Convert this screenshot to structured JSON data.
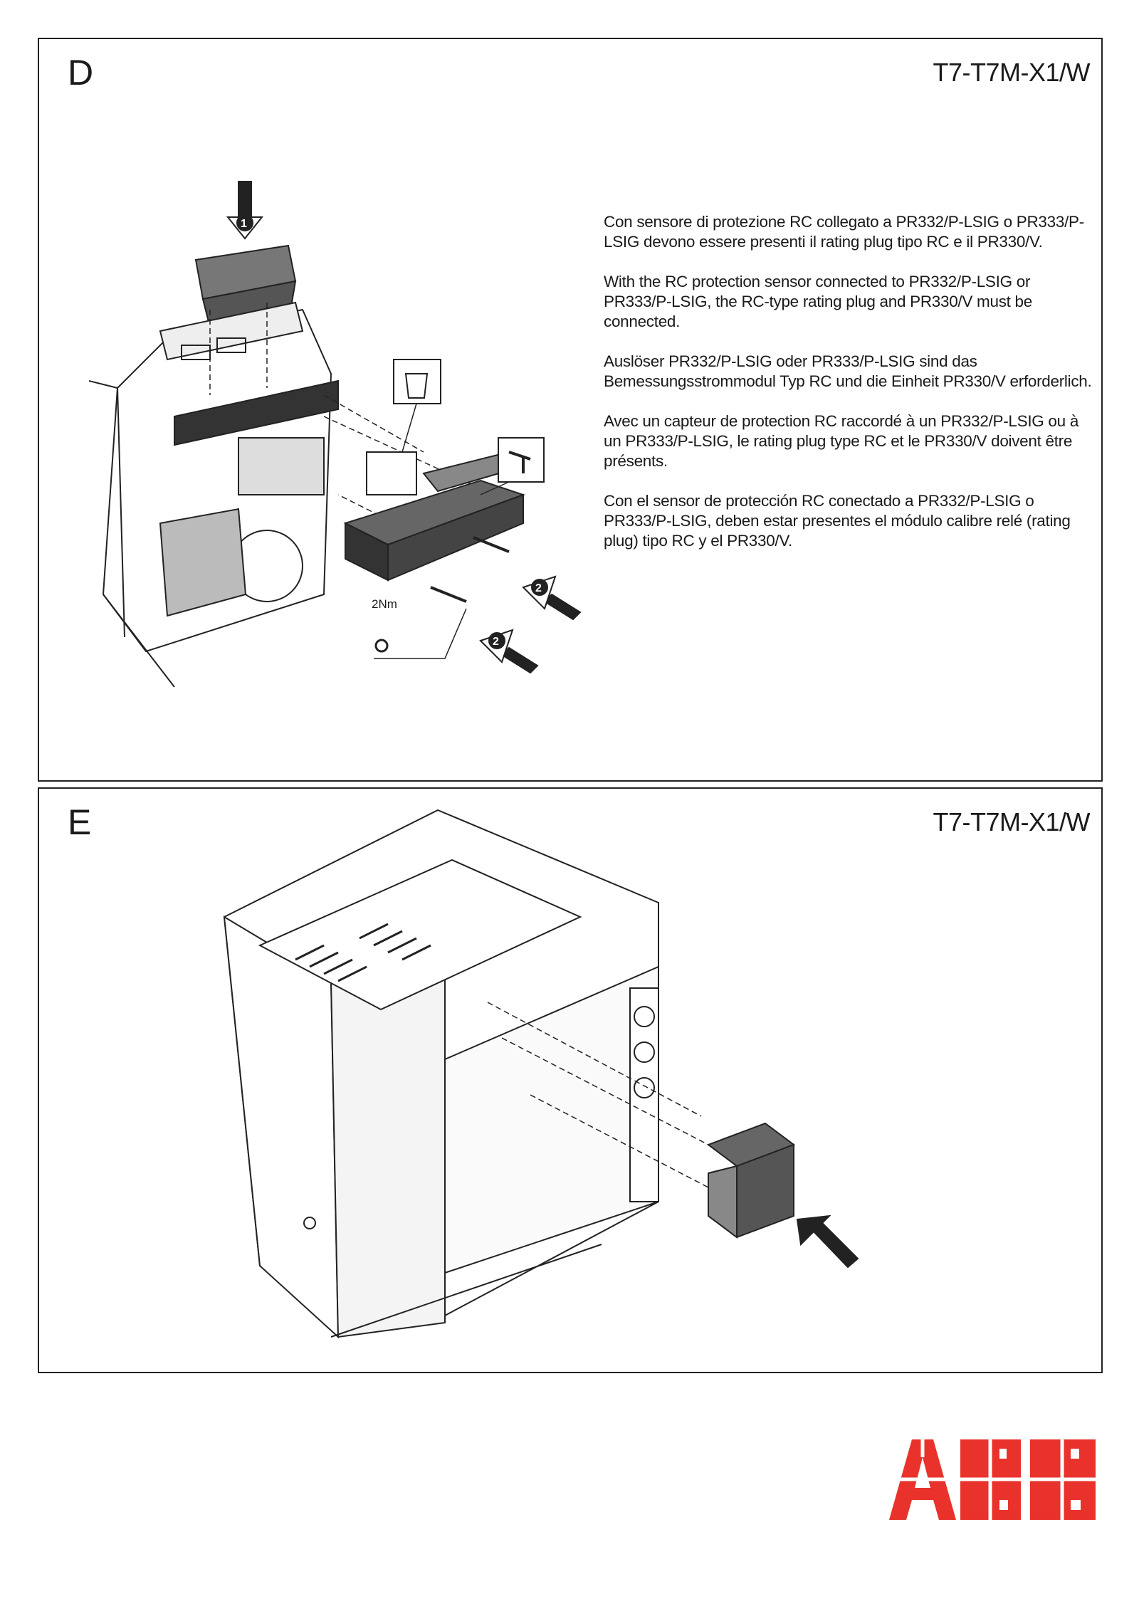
{
  "panel_d": {
    "letter": "D",
    "model": "T7-T7M-X1/W",
    "torque_label": "2Nm",
    "step_labels": [
      "1",
      "2",
      "2"
    ],
    "notes": [
      "Con sensore di protezione RC collegato a PR332/P-LSIG o PR333/P-LSIG devono essere presenti il rating plug tipo RC e il PR330/V.",
      "With the RC protection sensor connected to PR332/P-LSIG or PR333/P-LSIG, the RC-type rating plug and PR330/V must be connected.",
      "Auslöser PR332/P-LSIG oder PR333/P-LSIG sind das Bemessungsstrommodul Typ RC und die Einheit PR330/V erforderlich.",
      "Avec un capteur de protection RC raccordé à un PR332/P-LSIG ou à un PR333/P-LSIG, le rating plug type RC et le PR330/V doivent être présents.",
      "Con el sensor de protección RC conectado a PR332/P-LSIG o PR333/P-LSIG, deben estar presentes el módulo calibre relé (rating plug) tipo RC y el PR330/V."
    ]
  },
  "panel_e": {
    "letter": "E",
    "model": "T7-T7M-X1/W"
  },
  "logo": {
    "text": "ABB",
    "color": "#e8322b"
  }
}
